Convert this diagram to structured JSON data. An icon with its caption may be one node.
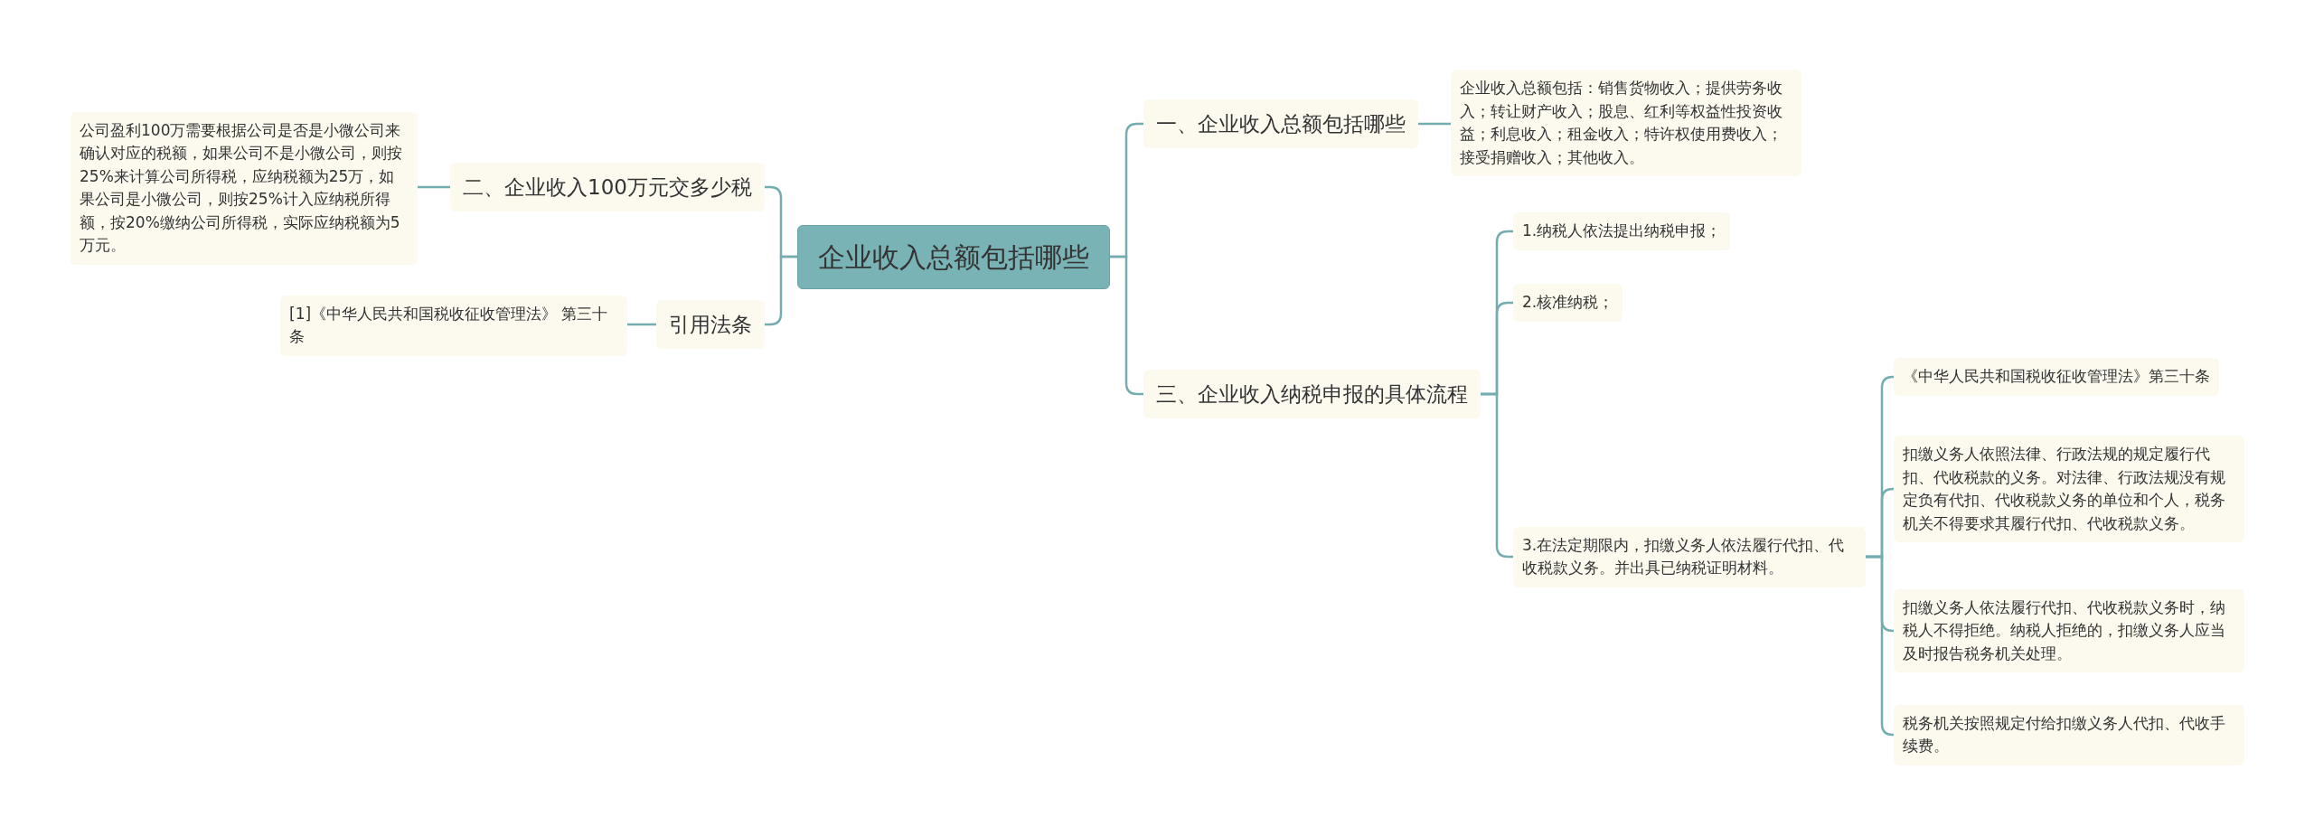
{
  "diagram": {
    "nodes": [
      {
        "text": [
          "企业收入总额包括哪些"
        ]
      },
      {
        "text": [
          "一、企业收入总额包括哪些"
        ]
      },
      {
        "text": [
          "企业收入总额包括：销售货物收入；提供劳务收入；转让财产收入；股息、红利等权益性投资收益；利息收入；租金收入；特许权使用费收入；接受捐赠收入；其他收入。"
        ]
      },
      {
        "text": [
          "三、企业收入纳税申报的具体流程"
        ]
      },
      {
        "text": [
          "1.纳税人依法提出纳税申报；"
        ]
      },
      {
        "text": [
          "2.核准纳税；"
        ]
      },
      {
        "text": [
          "3.在法定期限内，扣缴义务人依法履行代扣、代收税款义务。并出具已纳税证明材料。"
        ]
      },
      {
        "text": [
          "《中华人民共和国税收征收管理法》第三十条"
        ]
      },
      {
        "text": [
          "扣缴义务人依照法律、行政法规的规定履行代扣、代收税款的义务。对法律、行政法规没有规定负有代扣、代收税款义务的单位和个人，税务机关不得要求其履行代扣、代收税款义务。"
        ]
      },
      {
        "text": [
          "扣缴义务人依法履行代扣、代收税款义务时，纳税人不得拒绝。纳税人拒绝的，扣缴义务人应当及时报告税务机关处理。"
        ]
      },
      {
        "text": [
          "税务机关按照规定付给扣缴义务人代扣、代收手续费。"
        ]
      },
      {
        "text": [
          "二、企业收入100万元交多少税"
        ]
      },
      {
        "text": [
          "公司盈利100万需要根据公司是否是小微公司来确认对应的税额，如果公司不是小微公司，则按25%来计算公司所得税，应纳税额为25万，如果公司是小微公司，则按25%计入应纳税所得额，按20%缴纳公司所得税，实际应纳税额为5万元。"
        ]
      },
      {
        "text": [
          "引用法条"
        ]
      },
      {
        "text": [
          "[1]《中华人民共和国税收征收管理法》 第三十条"
        ]
      }
    ],
    "edges": [
      {
        "from": 0,
        "to": 1,
        "arrow": "none"
      },
      {
        "from": 1,
        "to": 2,
        "arrow": "none"
      },
      {
        "from": 0,
        "to": 3,
        "arrow": "none"
      },
      {
        "from": 3,
        "to": 4,
        "arrow": "none"
      },
      {
        "from": 3,
        "to": 5,
        "arrow": "none"
      },
      {
        "from": 3,
        "to": 6,
        "arrow": "none"
      },
      {
        "from": 6,
        "to": 7,
        "arrow": "none"
      },
      {
        "from": 6,
        "to": 8,
        "arrow": "none"
      },
      {
        "from": 6,
        "to": 9,
        "arrow": "none"
      },
      {
        "from": 6,
        "to": 10,
        "arrow": "none"
      },
      {
        "from": 0,
        "to": 11,
        "arrow": "none"
      },
      {
        "from": 11,
        "to": 12,
        "arrow": "none"
      },
      {
        "from": 0,
        "to": 13,
        "arrow": "none"
      },
      {
        "from": 13,
        "to": 14,
        "arrow": "none"
      }
    ]
  }
}
